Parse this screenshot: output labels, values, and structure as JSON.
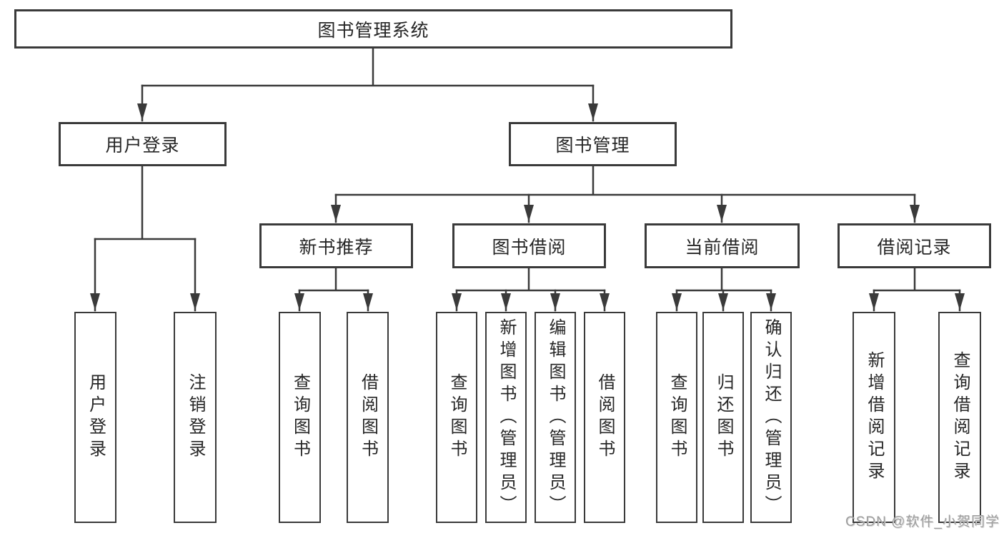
{
  "diagram_title": "图书管理系统",
  "tree": {
    "root": {
      "label": "图书管理系统"
    },
    "branches": [
      {
        "label": "用户登录",
        "children": [
          {
            "label": "用户登录"
          },
          {
            "label": "注销登录"
          }
        ]
      },
      {
        "label": "图书管理",
        "children": [
          {
            "label": "新书推荐",
            "children": [
              {
                "label": "查询图书"
              },
              {
                "label": "借阅图书"
              }
            ]
          },
          {
            "label": "图书借阅",
            "children": [
              {
                "label": "查询图书"
              },
              {
                "label": "新增图书（管理员）"
              },
              {
                "label": "编辑图书（管理员）"
              },
              {
                "label": "借阅图书"
              }
            ]
          },
          {
            "label": "当前借阅",
            "children": [
              {
                "label": "查询图书"
              },
              {
                "label": "归还图书"
              },
              {
                "label": "确认归还（管理员）"
              }
            ]
          },
          {
            "label": "借阅记录",
            "children": [
              {
                "label": "新增借阅记录"
              },
              {
                "label": "查询借阅记录"
              }
            ]
          }
        ]
      }
    ]
  },
  "watermark": {
    "text": "CSDN @软件_小贺同学"
  },
  "colors": {
    "line": "#3a3a3a",
    "text": "#262626",
    "background": "#ffffff",
    "watermark": "#9e9e9e"
  }
}
